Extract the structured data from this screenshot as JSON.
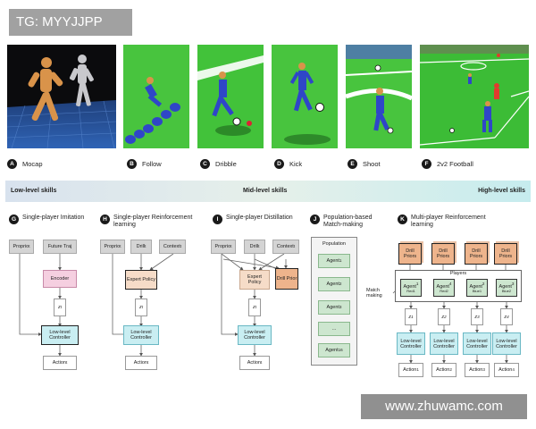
{
  "watermark_top": "TG: MYYJJPP",
  "watermark_bottom": "www.zhuwamc.com",
  "panels": [
    {
      "letter": "A",
      "label": "Mocap"
    },
    {
      "letter": "B",
      "label": "Follow"
    },
    {
      "letter": "C",
      "label": "Dribble"
    },
    {
      "letter": "D",
      "label": "Kick"
    },
    {
      "letter": "E",
      "label": "Shoot"
    },
    {
      "letter": "F",
      "label": "2v2 Football"
    }
  ],
  "skills": {
    "low": "Low-level skills",
    "mid": "Mid-level skills",
    "high": "High-level skills"
  },
  "sections": {
    "g": {
      "letter": "G",
      "title": "Single-player Imitation"
    },
    "h": {
      "letter": "H",
      "title": "Single-player Reinforcement learning"
    },
    "i": {
      "letter": "I",
      "title": "Single-player Distillation"
    },
    "j": {
      "letter": "J",
      "title": "Population-based Match-making"
    },
    "k": {
      "letter": "K",
      "title": "Multi-player Reinforcement learning"
    }
  },
  "g": {
    "proprio": "Proprio",
    "future": "Future Traj",
    "encoder": "Encoder",
    "z": "z",
    "controller": "Low-level Controller",
    "action": "Action"
  },
  "h": {
    "proprio": "Proprio",
    "drill": "Drill",
    "context": "Context",
    "expert": "Expert Policy",
    "z": "z",
    "controller": "Low-level Controller",
    "action": "Action"
  },
  "i": {
    "proprio": "Proprio",
    "drill": "Drill",
    "context": "Context",
    "expert": "Expert Policy",
    "prior": "Drill Prior",
    "z": "z",
    "controller": "Low-level Controller",
    "action": "Action"
  },
  "j": {
    "population": "Population",
    "agents": [
      "Agent",
      "Agent",
      "Agent",
      "...",
      "Agent"
    ],
    "agent_sups": [
      "1",
      "2",
      "3",
      "",
      "16"
    ]
  },
  "k": {
    "drill_priors": [
      "Drill Priors",
      "Drill Priors",
      "Drill Priors",
      "Drill Priors"
    ],
    "players": "Players",
    "match": "Match making",
    "agents": [
      "Agent",
      "Agent",
      "Agent",
      "Agent"
    ],
    "agent_sups": [
      "1",
      "4",
      "2",
      "3"
    ],
    "agent_subs": [
      "Red1",
      "Red2",
      "Blue1",
      "Blue2"
    ],
    "z": [
      "z",
      "z",
      "z",
      "z"
    ],
    "z_sups": [
      "1",
      "2",
      "3",
      "4"
    ],
    "controller": "Low-level Controller",
    "action": [
      "Action",
      "Action",
      "Action",
      "Action"
    ],
    "action_sups": [
      "1",
      "2",
      "3",
      "4"
    ]
  }
}
